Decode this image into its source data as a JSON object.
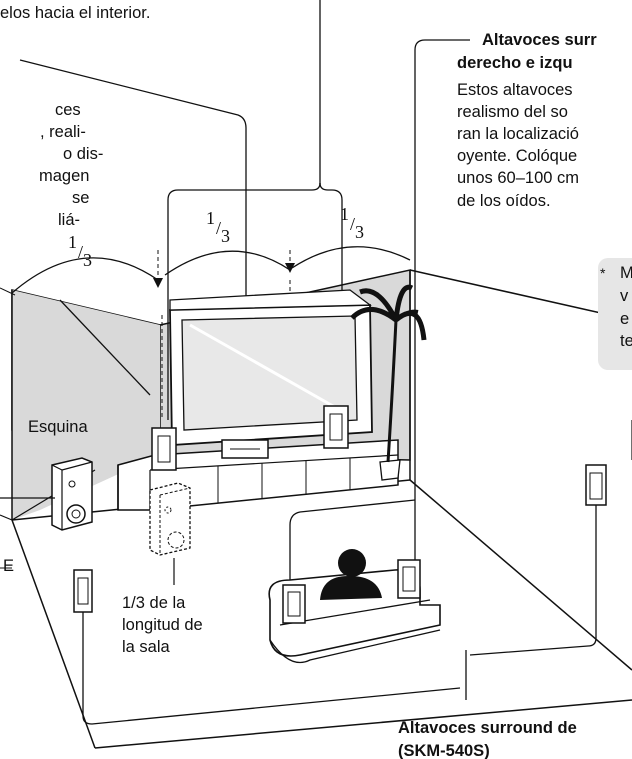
{
  "labels": {
    "top_line": "elos hacia el interior.",
    "left_frag": [
      "ces",
      ", reali-",
      "o dis-",
      "magen",
      "se",
      "liá-"
    ],
    "corner": "Esquina",
    "e_letter": "E",
    "sub_text": [
      "1/3 de la",
      "longitud de",
      "la sala"
    ],
    "surround_title": [
      "Altavoces surr",
      "derecho e izqu"
    ],
    "surround_body": [
      "Estos altavoces",
      "realismo del so",
      "ran la localizació",
      "oyente. Colóque",
      "unos 60–100 cm",
      "de los oídos."
    ],
    "note_lines": [
      "*",
      "M",
      "v",
      "e",
      "te"
    ],
    "back_title": [
      "Altavoces surround de",
      "(SKM-540S)"
    ],
    "fraction": {
      "num": "1",
      "slash": "/",
      "den": "3"
    }
  },
  "colors": {
    "ink": "#111111",
    "wall": "#d9d9d9",
    "note_bg": "#e6e6e6"
  }
}
